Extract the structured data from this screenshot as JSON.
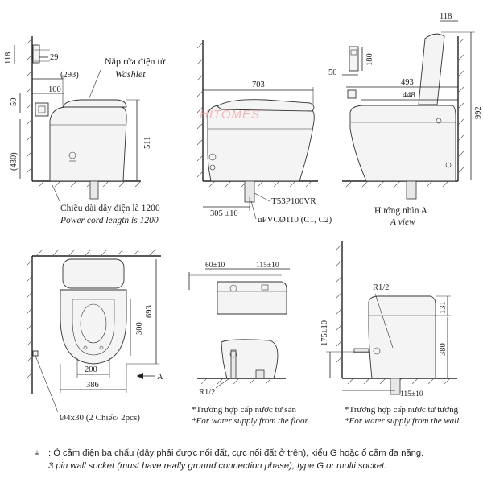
{
  "views": {
    "side_left": {
      "dims": {
        "d118": "118",
        "d29": "29",
        "d293": "(293)",
        "d100": "100",
        "d50": "50",
        "d430": "(430)",
        "d511": "511"
      },
      "label_washlet_vi": "Nắp rửa điện tử",
      "label_washlet_en": "Washlet",
      "cord_vi": "Chiều dài dây điện là 1200",
      "cord_en": "Power cord length is 1200"
    },
    "side_mid": {
      "dims": {
        "d703": "703",
        "d305": "305 ±10"
      },
      "valve": "T53P100VR",
      "pipe": "uPVCØ110 (C1, C2)"
    },
    "side_right": {
      "dims": {
        "d118": "118",
        "d180": "180",
        "d50": "50",
        "d493": "493",
        "d448": "448",
        "d992": "992"
      },
      "view_vi": "Hướng nhìn A",
      "view_en": "A view"
    },
    "plan": {
      "dims": {
        "d693": "693",
        "d300": "300",
        "d200": "200",
        "d386": "386"
      },
      "arrow": "A",
      "screw": "Ø4x30 (2 Chiếc/ 2pcs)"
    },
    "floor_supply": {
      "dims": {
        "d60": "60±10",
        "d115": "115±10"
      },
      "r12": "R1/2",
      "vi": "*Trường hợp cấp nước từ sàn",
      "en": "*For water supply from the floor"
    },
    "wall_supply": {
      "dims": {
        "d175": "175±10",
        "d131": "131",
        "d380": "380",
        "d115": "115±10"
      },
      "r12": "R1/2",
      "vi": "*Trường hợp cấp nước từ tường",
      "en": "*For water supply from the wall"
    }
  },
  "note": {
    "vi": ": Ổ cắm điện ba chấu (dây phải được nối đất, cực nối đất ở trên), kiểu G hoặc ổ cắm đa năng.",
    "en": "3 pin wall socket (must have really ground connection phase), type G or multi socket."
  },
  "watermark": "HITOMES"
}
